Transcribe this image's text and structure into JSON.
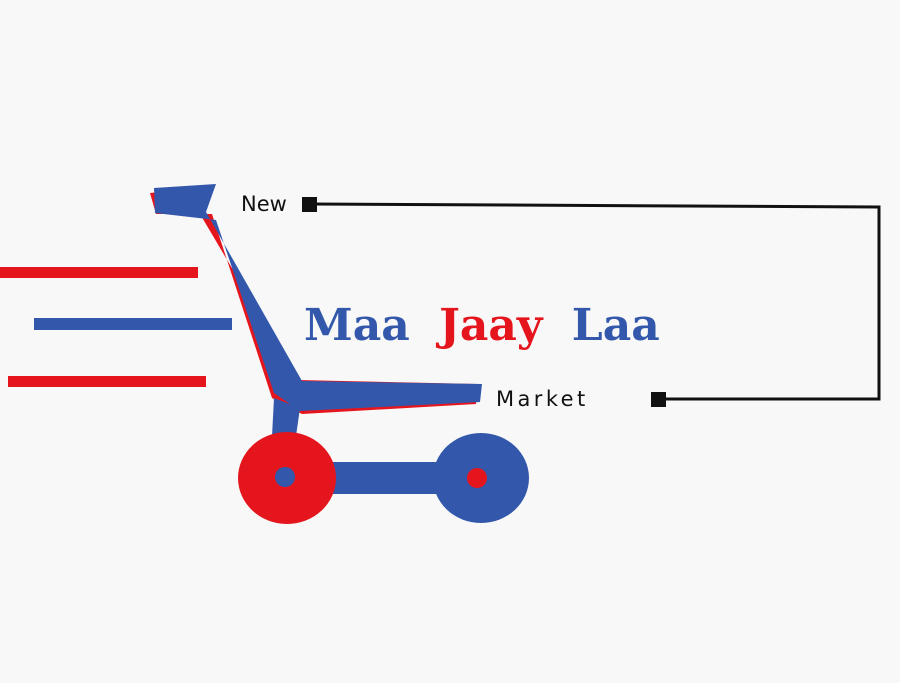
{
  "logo": {
    "prefix": "New",
    "brand_words": [
      {
        "text": "Maa",
        "color": "#3358ab"
      },
      {
        "text": "Jaay",
        "color": "#e5151d"
      },
      {
        "text": "Laa",
        "color": "#3358ab"
      }
    ],
    "suffix": "Market"
  },
  "colors": {
    "blue": "#3358ab",
    "red": "#e5151d",
    "line": "#111111",
    "background": "#f8f8f8"
  },
  "icons": [
    "shopping-cart-icon",
    "speed-lines-icon",
    "bracket-connector-icon"
  ]
}
